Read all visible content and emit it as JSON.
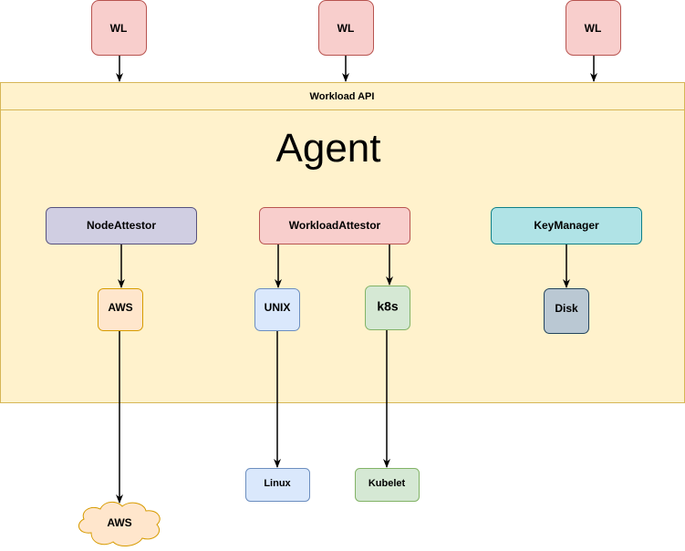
{
  "agent": {
    "api_label": "Workload API",
    "title": "Agent"
  },
  "workloads": [
    {
      "label": "WL"
    },
    {
      "label": "WL"
    },
    {
      "label": "WL"
    }
  ],
  "plugins": {
    "node_attestor": {
      "label": "NodeAttestor",
      "fill": "#d0cee2",
      "stroke": "#56517e"
    },
    "workload_attestor": {
      "label": "WorkloadAttestor",
      "fill": "#f8cecc",
      "stroke": "#b85450"
    },
    "key_manager": {
      "label": "KeyManager",
      "fill": "#b0e3e6",
      "stroke": "#0e8088"
    }
  },
  "sub_plugins": {
    "aws": {
      "label": "AWS",
      "fill": "#ffe6cc",
      "stroke": "#d79b00"
    },
    "unix": {
      "label": "UNIX",
      "fill": "#dae8fc",
      "stroke": "#6c8ebf"
    },
    "k8s": {
      "label": "k8s",
      "fill": "#d5e8d4",
      "stroke": "#82b366"
    },
    "disk": {
      "label": "Disk",
      "fill": "#bac8d3",
      "stroke": "#23445d"
    }
  },
  "external": {
    "linux": {
      "label": "Linux",
      "fill": "#dae8fc",
      "stroke": "#6c8ebf"
    },
    "kubelet": {
      "label": "Kubelet",
      "fill": "#d5e8d4",
      "stroke": "#82b366"
    },
    "aws_cloud": {
      "label": "AWS",
      "fill": "#ffe6cc",
      "stroke": "#d79b00"
    }
  },
  "colors": {
    "agent_fill": "#fff2cc",
    "agent_stroke": "#d6b656",
    "wl_fill": "#f8cecc",
    "wl_stroke": "#b85450",
    "edge": "#000000"
  }
}
